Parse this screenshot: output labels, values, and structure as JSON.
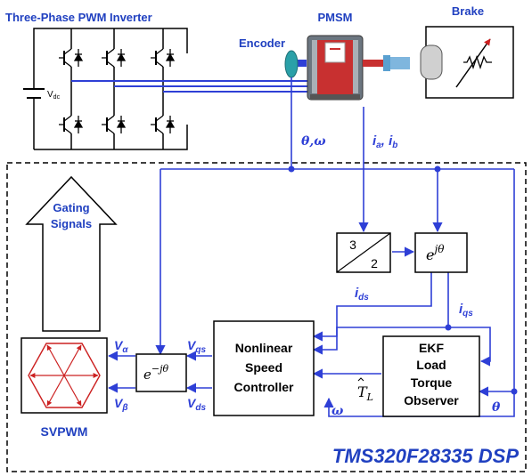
{
  "colors": {
    "signal_blue": "#2e3fd6",
    "heading_blue": "#2040c0",
    "svpwm_red": "#cc2020",
    "motor_red": "#c83030",
    "motor_grey": "#7f8790"
  },
  "labels": {
    "inverter_title": "Three-Phase PWM Inverter",
    "vdc_main": "V",
    "vdc_sub": "dc",
    "pmsm": "PMSM",
    "brake": "Brake",
    "encoder": "Encoder",
    "theta_omega": "θ,ω",
    "current_main": "i",
    "current_sub_a": "a",
    "current_sep": ", ",
    "current_sub_b": "b",
    "gating_line1": "Gating",
    "gating_line2": "Signals",
    "conv_top": "3",
    "conv_bottom": "2",
    "rot_base": "e",
    "rot_exp": "jθ",
    "inv_rot_exp": "−jθ",
    "ids_main": "i",
    "ids_sub": "ds",
    "iqs_main": "i",
    "iqs_sub": "qs",
    "controller_line1": "Nonlinear",
    "controller_line2": "Speed",
    "controller_line3": "Controller",
    "ekf_line1": "EKF",
    "ekf_line2": "Load",
    "ekf_line3": "Torque",
    "ekf_line4": "Observer",
    "tl_main": "T",
    "tl_sub": "L",
    "omega": "ω",
    "theta": "θ",
    "valpha_main": "V",
    "valpha_sub": "α",
    "vbeta_main": "V",
    "vbeta_sub": "β",
    "vqs_main": "V",
    "vqs_sub": "qs",
    "vds_main": "V",
    "vds_sub": "ds",
    "svpwm": "SVPWM",
    "dsp": "TMS320F28335 DSP"
  }
}
